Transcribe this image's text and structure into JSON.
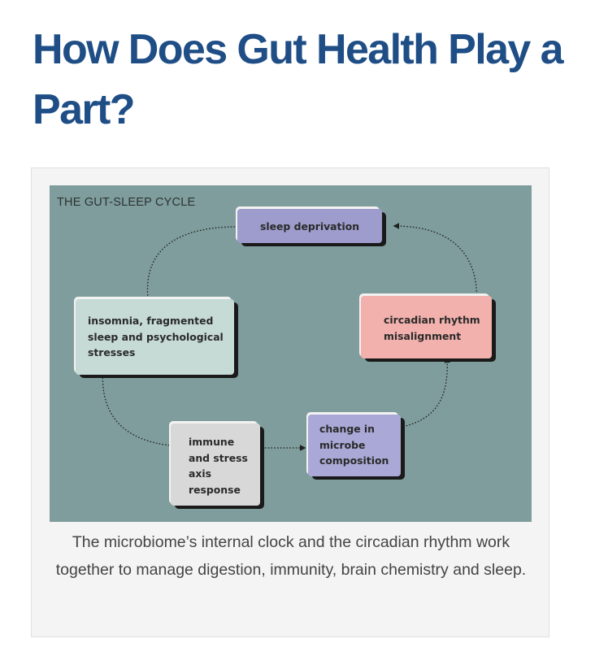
{
  "article": {
    "heading": "How Does Gut Health Play a Part?"
  },
  "figure": {
    "diagram_title": "THE GUT-SLEEP CYCLE",
    "nodes": {
      "sleep_deprivation": "sleep deprivation",
      "insomnia": "insomnia, fragmented sleep and psychological stresses",
      "circadian": "circadian rhythm misalignment",
      "microbe": "change in microbe composition",
      "immune": "immune and stress axis response"
    },
    "caption": "The microbiome’s internal clock and the circadian rhythm work together to manage digestion, immunity, brain chemistry and sleep.",
    "colors": {
      "background": "#7f9d9c",
      "sleep_deprivation": "#9d9ccc",
      "insomnia": "#c6dbd6",
      "circadian": "#f2b1ad",
      "microbe": "#a9a8d6",
      "immune": "#d8d8d8",
      "heading": "#1f4e86"
    }
  }
}
